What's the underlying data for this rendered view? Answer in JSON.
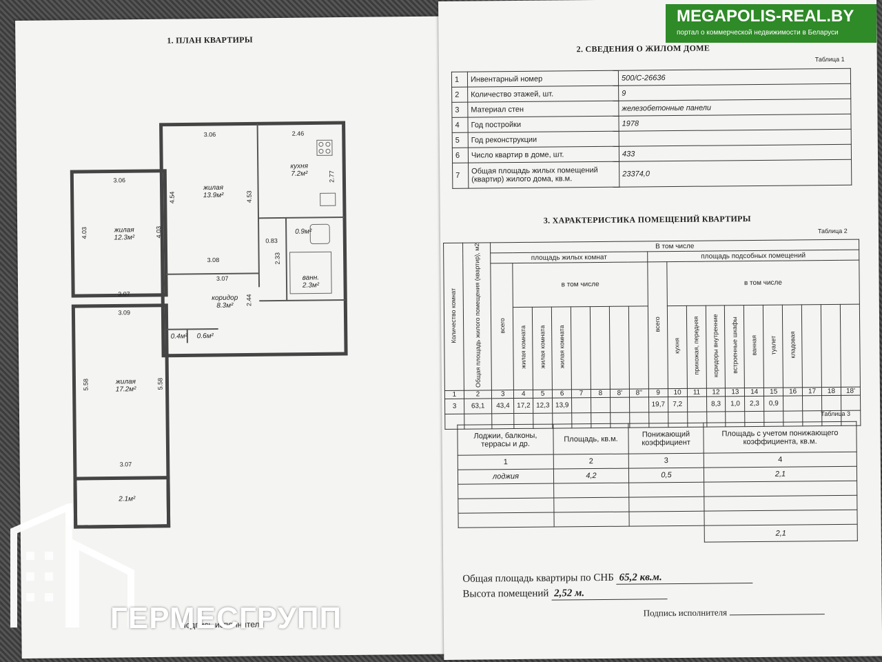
{
  "plan": {
    "title": "1. ПЛАН КВАРТИРЫ",
    "rooms": [
      {
        "name": "жилая",
        "area": "12.3м²"
      },
      {
        "name": "жилая",
        "area": "13.9м²"
      },
      {
        "name": "кухня",
        "area": "7.2м²"
      },
      {
        "name": "коридор",
        "area": "8.3м²"
      },
      {
        "name": "ванн.",
        "area": "2.3м²"
      },
      {
        "name": "",
        "area": "0.9м²"
      },
      {
        "name": "жилая",
        "area": "17.2м²"
      },
      {
        "name": "",
        "area": "0.4м²"
      },
      {
        "name": "",
        "area": "0.6м²"
      },
      {
        "name": "",
        "area": "2.1м²"
      }
    ],
    "dims": [
      "3.06",
      "4.03",
      "4.03",
      "3.06",
      "4.54",
      "4.53",
      "3.08",
      "3.07",
      "2.46",
      "2.77",
      "0.83",
      "2.33",
      "2.44",
      "3.07",
      "3.09",
      "5.58",
      "5.58",
      "3.07"
    ],
    "footer": "Подпись исполнителя"
  },
  "house": {
    "title": "2. СВЕДЕНИЯ О ЖИЛОМ ДОМЕ",
    "table_label": "Таблица 1",
    "rows": [
      {
        "n": "1",
        "label": "Инвентарный номер",
        "value": "500/С-26636"
      },
      {
        "n": "2",
        "label": "Количество этажей, шт.",
        "value": "9"
      },
      {
        "n": "3",
        "label": "Материал стен",
        "value": "железобетонные панели"
      },
      {
        "n": "4",
        "label": "Год постройки",
        "value": "1978"
      },
      {
        "n": "5",
        "label": "Год реконструкции",
        "value": ""
      },
      {
        "n": "6",
        "label": "Число квартир в доме, шт.",
        "value": "433"
      },
      {
        "n": "7",
        "label": "Общая площадь жилых помещений (квартир) жилого дома, кв.м.",
        "value": "23374,0"
      }
    ]
  },
  "rooms_char": {
    "title": "3. ХАРАКТЕРИСТИКА ПОМЕЩЕНИЙ КВАРТИРЫ",
    "table_label": "Таблица 2",
    "h_count": "Количество комнат",
    "h_total": "Общая площадь жилого помещения (квартир), м2",
    "h_incl": "В том числе",
    "h_living": "площадь жилых комнат",
    "h_aux": "площадь подсобных помещений",
    "h_incl2": "в том числе",
    "h_incl3": "в том числе",
    "h_vsego": "всего",
    "h_vsego2": "всего",
    "living_cols": [
      "жилая комната",
      "жилая комната",
      "жилая комната"
    ],
    "aux_cols": [
      "кухня",
      "прихожая, передняя",
      "коридоры внутренние",
      "встроенные шкафы",
      "ванная",
      "туалет",
      "кладовая"
    ],
    "col_numbers": [
      "1",
      "2",
      "3",
      "4",
      "5",
      "6",
      "7",
      "8",
      "8'",
      "8''",
      "9",
      "10",
      "11",
      "12",
      "13",
      "14",
      "15",
      "16",
      "17",
      "18",
      "18'"
    ],
    "values": [
      "3",
      "63,1",
      "43,4",
      "17,2",
      "12,3",
      "13,9",
      "",
      "",
      "",
      "",
      "19,7",
      "7,2",
      "",
      "8,3",
      "1,0",
      "2,3",
      "0,9",
      "",
      "",
      "",
      ""
    ]
  },
  "balcony": {
    "table_label": "Таблица 3",
    "headers": [
      "Лоджии, балконы, террасы и др.",
      "Площадь, кв.м.",
      "Понижающий коэффициент",
      "Площадь с учетом понижающего коэффициента, кв.м."
    ],
    "numbers": [
      "1",
      "2",
      "3",
      "4"
    ],
    "row": [
      "лоджия",
      "4,2",
      "0,5",
      "2,1"
    ],
    "total": "2,1"
  },
  "summary": {
    "area_label": "Общая площадь квартиры по СНБ",
    "area_value": "65,2 кв.м.",
    "height_label": "Высота помещений",
    "height_value": "2,52 м.",
    "sign_label": "Подпись исполнителя"
  },
  "watermark": {
    "brand": "MEGAPOLIS-REAL.BY",
    "brand_sub": "портал о коммерческой недвижимости в Беларуси",
    "logo_text": "ГЕРМЕСГРУПП",
    "brand_color": "#2f8a28"
  }
}
